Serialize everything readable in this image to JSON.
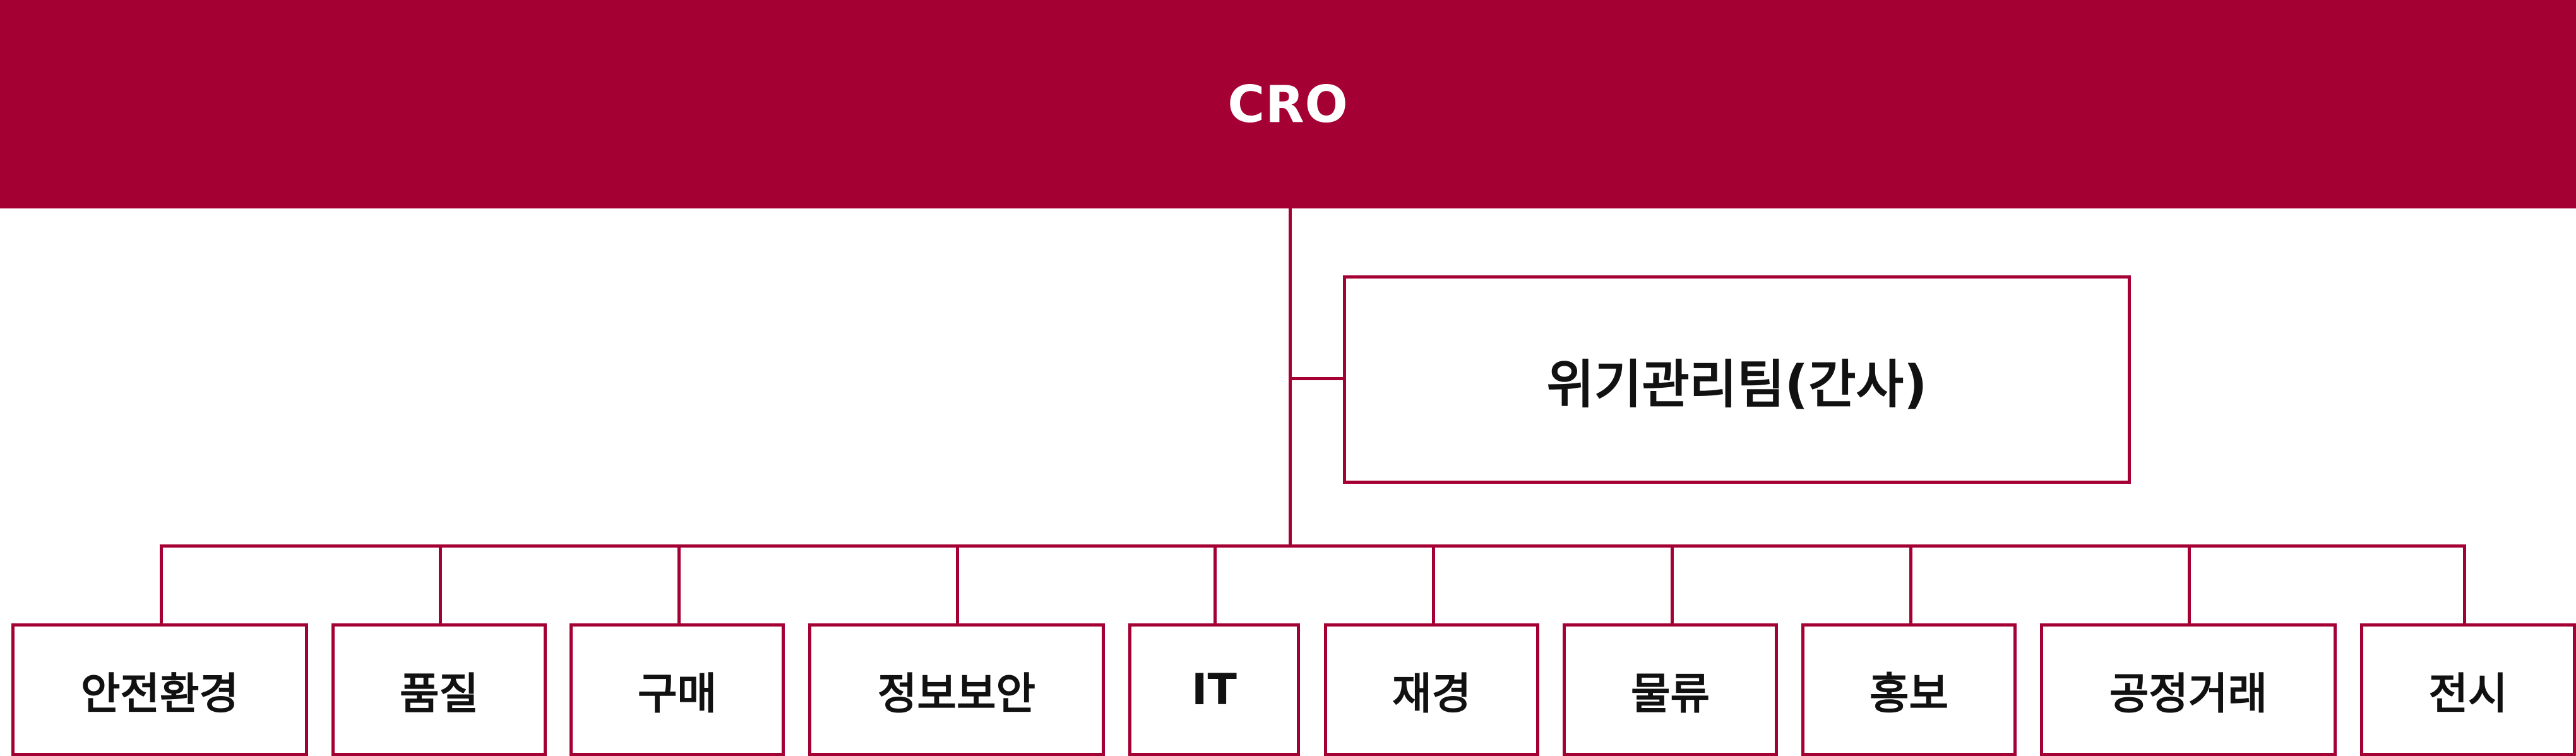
{
  "colors": {
    "accent": "#a50034",
    "text": "#111111",
    "background": "#ffffff"
  },
  "header": {
    "title": "CRO"
  },
  "secretariat": {
    "label": "위기관리팀(간사)"
  },
  "departments": [
    "안전환경",
    "품질",
    "구매",
    "정보보안",
    "IT",
    "재경",
    "물류",
    "홍보",
    "공정거래",
    "전시"
  ]
}
